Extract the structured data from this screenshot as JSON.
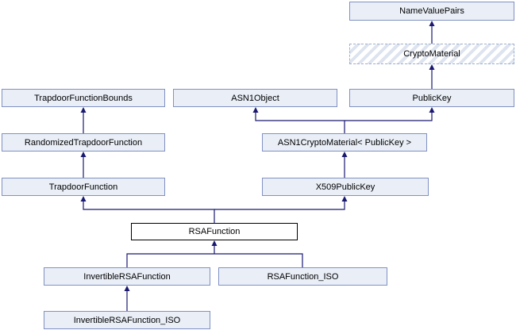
{
  "diagram": {
    "type": "class-inheritance-graph",
    "focus_class": "RSAFunction",
    "colors": {
      "node_fill": "#e9eef7",
      "node_border": "#8191c2",
      "focus_fill": "#ffffff",
      "focus_border": "#000000",
      "hatch_stripe": "#dde4ef",
      "hatch_border": "#9eafd0",
      "arrow": "#191970",
      "text": "#000000"
    },
    "nodes": [
      {
        "id": "namevaluepairs",
        "label": "NameValuePairs",
        "style": "default"
      },
      {
        "id": "cryptomaterial",
        "label": "CryptoMaterial",
        "style": "hatched"
      },
      {
        "id": "trapdoorfunctionbounds",
        "label": "TrapdoorFunctionBounds",
        "style": "default"
      },
      {
        "id": "asn1object",
        "label": "ASN1Object",
        "style": "default"
      },
      {
        "id": "publickey",
        "label": "PublicKey",
        "style": "default"
      },
      {
        "id": "randomizedtrapdoorfunction",
        "label": "RandomizedTrapdoorFunction",
        "style": "default"
      },
      {
        "id": "asn1cryptomaterial",
        "label": "ASN1CryptoMaterial< PublicKey >",
        "style": "default"
      },
      {
        "id": "trapdoorfunction",
        "label": "TrapdoorFunction",
        "style": "default"
      },
      {
        "id": "x509publickey",
        "label": "X509PublicKey",
        "style": "default"
      },
      {
        "id": "rsafunction",
        "label": "RSAFunction",
        "style": "focus"
      },
      {
        "id": "invertiblersafunction",
        "label": "InvertibleRSAFunction",
        "style": "default"
      },
      {
        "id": "rsafunction_iso",
        "label": "RSAFunction_ISO",
        "style": "default"
      },
      {
        "id": "invertiblersafunction_iso",
        "label": "InvertibleRSAFunction_ISO",
        "style": "default"
      }
    ],
    "edges": [
      {
        "from": "CryptoMaterial",
        "to": "NameValuePairs"
      },
      {
        "from": "PublicKey",
        "to": "CryptoMaterial"
      },
      {
        "from": "RandomizedTrapdoorFunction",
        "to": "TrapdoorFunctionBounds"
      },
      {
        "from": "TrapdoorFunction",
        "to": "RandomizedTrapdoorFunction"
      },
      {
        "from": "ASN1CryptoMaterial< PublicKey >",
        "to": "ASN1Object"
      },
      {
        "from": "ASN1CryptoMaterial< PublicKey >",
        "to": "PublicKey"
      },
      {
        "from": "X509PublicKey",
        "to": "ASN1CryptoMaterial< PublicKey >"
      },
      {
        "from": "RSAFunction",
        "to": "TrapdoorFunction"
      },
      {
        "from": "RSAFunction",
        "to": "X509PublicKey"
      },
      {
        "from": "InvertibleRSAFunction",
        "to": "RSAFunction"
      },
      {
        "from": "RSAFunction_ISO",
        "to": "RSAFunction"
      },
      {
        "from": "InvertibleRSAFunction_ISO",
        "to": "InvertibleRSAFunction"
      }
    ]
  }
}
